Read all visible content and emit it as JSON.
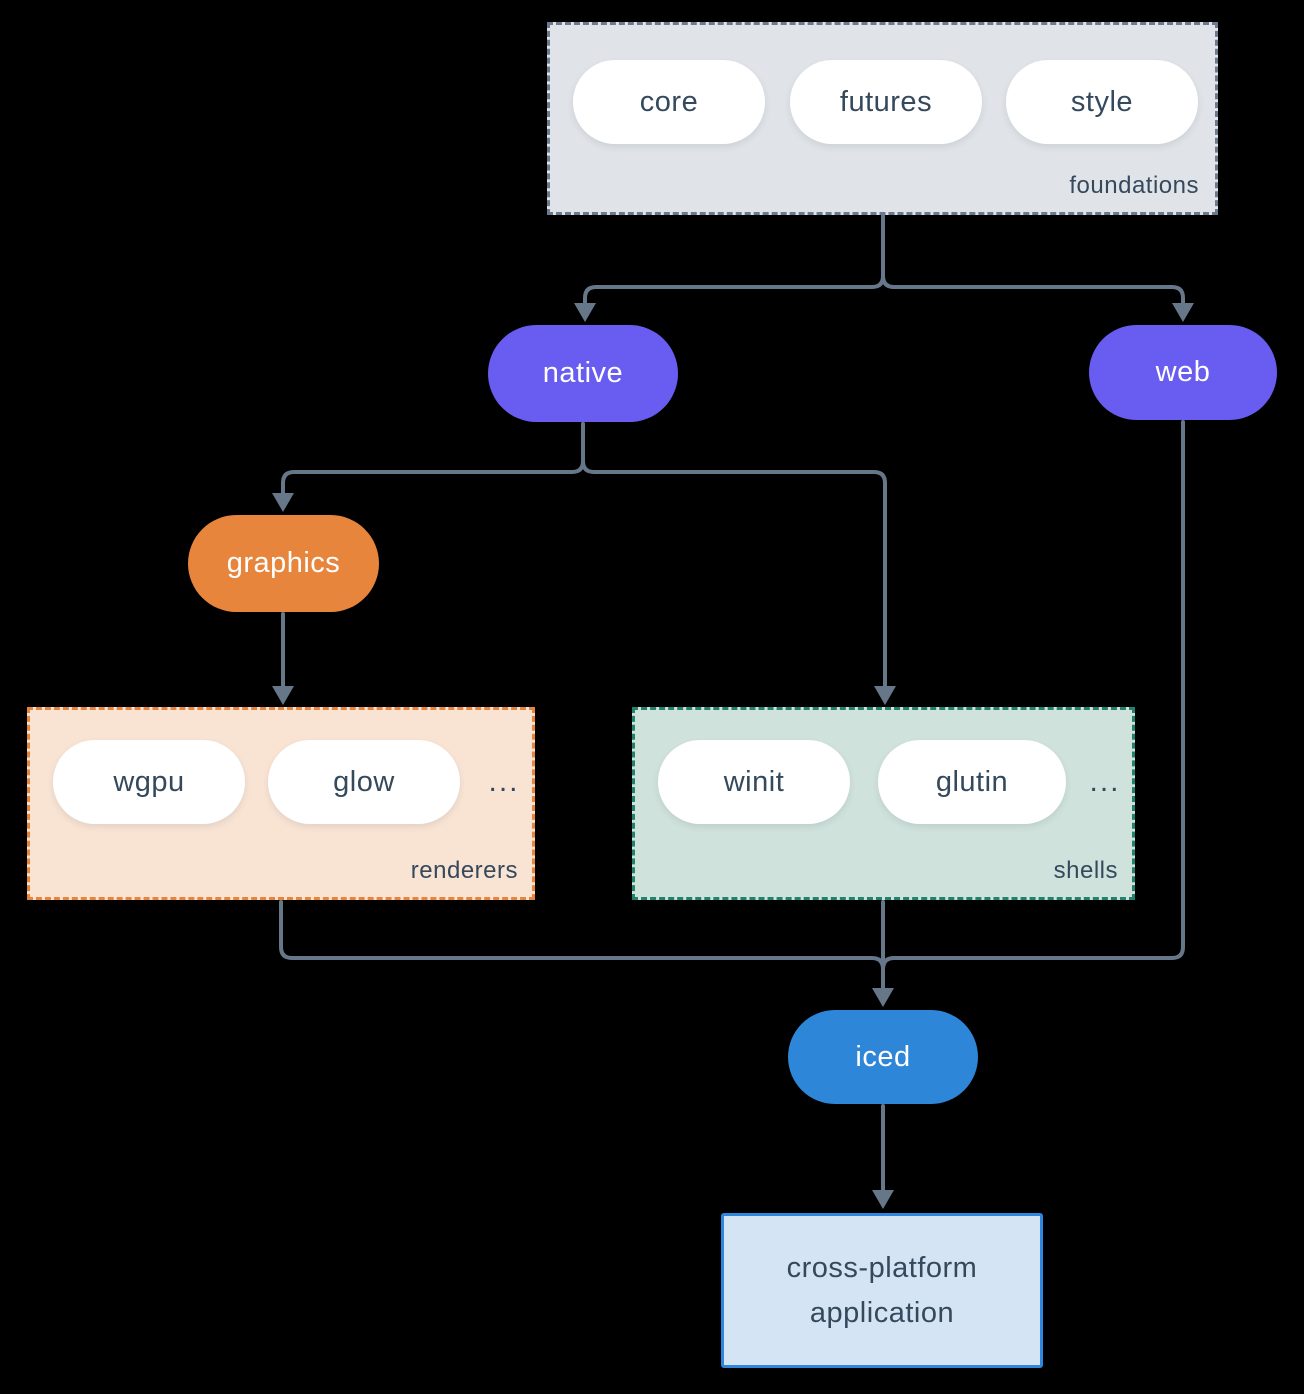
{
  "colors": {
    "background": "#000000",
    "line": "#67778a",
    "text_dark": "#35495c",
    "node_text_light": "#ffffff",
    "purple": "#695cf0",
    "orange": "#e8853c",
    "blue": "#2e86d9",
    "foundations_fill": "#e0e4e8",
    "foundations_border": "#6b7a8c",
    "renderers_fill": "#f9e4d4",
    "renderers_border": "#e8853c",
    "shells_fill": "#d0e2dc",
    "shells_border": "#23826e",
    "app_fill": "#d4e4f5",
    "app_border": "#2e86de",
    "pill_fill": "#ffffff"
  },
  "foundations": {
    "label": "foundations",
    "items": [
      "core",
      "futures",
      "style"
    ]
  },
  "native": {
    "label": "native"
  },
  "web": {
    "label": "web"
  },
  "graphics": {
    "label": "graphics"
  },
  "renderers": {
    "label": "renderers",
    "items": [
      "wgpu",
      "glow"
    ],
    "more": "..."
  },
  "shells": {
    "label": "shells",
    "items": [
      "winit",
      "glutin"
    ],
    "more": "..."
  },
  "iced": {
    "label": "iced"
  },
  "application": {
    "line1": "cross-platform",
    "line2": "application"
  }
}
